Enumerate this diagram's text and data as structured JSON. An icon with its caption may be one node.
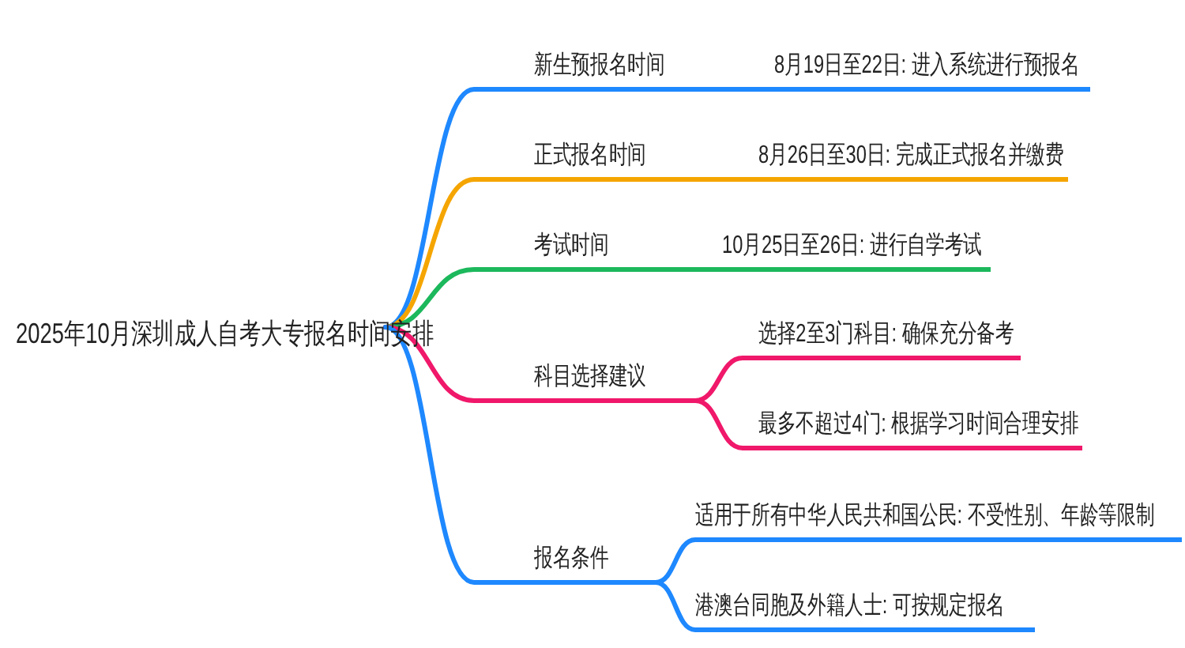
{
  "diagram": {
    "nodes": [
      {
        "text": [
          "2025年10月深圳成人自考大专报名时间安排"
        ]
      },
      {
        "text": [
          "新生预报名时间"
        ]
      },
      {
        "text": [
          "正式报名时间"
        ]
      },
      {
        "text": [
          "考试时间"
        ]
      },
      {
        "text": [
          "科目选择建议"
        ]
      },
      {
        "text": [
          "报名条件"
        ]
      },
      {
        "text": [
          "8月19日至22日: 进入系统进行预报名"
        ]
      },
      {
        "text": [
          "8月26日至30日: 完成正式报名并缴费"
        ]
      },
      {
        "text": [
          "10月25日至26日: 进行自学考试"
        ]
      },
      {
        "text": [
          "选择2至3门科目: 确保充分备考"
        ]
      },
      {
        "text": [
          "最多不超过4门: 根据学习时间合理安排"
        ]
      },
      {
        "text": [
          "适用于所有中华人民共和国公民: 不受性别、年龄等限制"
        ]
      },
      {
        "text": [
          "港澳台同胞及外籍人士: 可按规定报名"
        ]
      }
    ],
    "edges": [
      {
        "from": 0,
        "to": 1,
        "arrow": "none",
        "color": "#1e88ff"
      },
      {
        "from": 0,
        "to": 2,
        "arrow": "none",
        "color": "#f5a500"
      },
      {
        "from": 0,
        "to": 3,
        "arrow": "none",
        "color": "#1cb85c"
      },
      {
        "from": 0,
        "to": 4,
        "arrow": "none",
        "color": "#f0186a"
      },
      {
        "from": 0,
        "to": 5,
        "arrow": "none",
        "color": "#1e88ff"
      },
      {
        "from": 1,
        "to": 6,
        "arrow": "none",
        "color": "#1e88ff"
      },
      {
        "from": 2,
        "to": 7,
        "arrow": "none",
        "color": "#f5a500"
      },
      {
        "from": 3,
        "to": 8,
        "arrow": "none",
        "color": "#1cb85c"
      },
      {
        "from": 4,
        "to": 9,
        "arrow": "none",
        "color": "#f0186a"
      },
      {
        "from": 4,
        "to": 10,
        "arrow": "none",
        "color": "#f0186a"
      },
      {
        "from": 5,
        "to": 11,
        "arrow": "none",
        "color": "#1e88ff"
      },
      {
        "from": 5,
        "to": 12,
        "arrow": "none",
        "color": "#1e88ff"
      }
    ]
  }
}
